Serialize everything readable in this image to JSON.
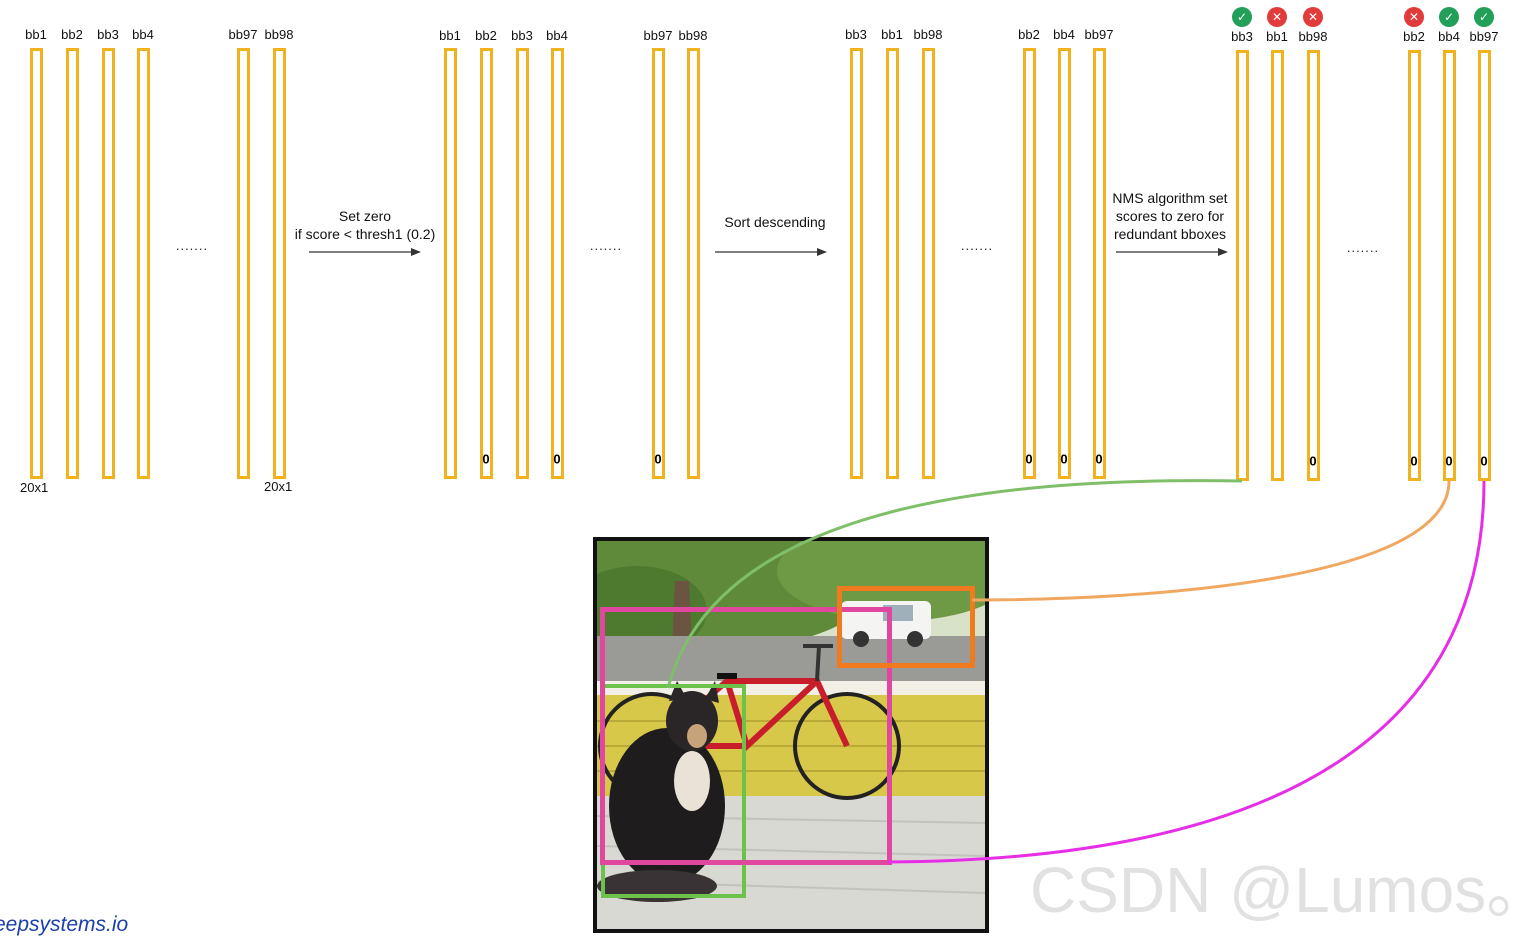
{
  "stages": [
    {
      "id": "input",
      "columns": [
        {
          "label": "bb1",
          "zero": false
        },
        {
          "label": "bb2",
          "zero": false
        },
        {
          "label": "bb3",
          "zero": false
        },
        {
          "label": "bb4",
          "zero": false
        },
        {
          "label": "bb97",
          "zero": false
        },
        {
          "label": "bb98",
          "zero": false
        }
      ],
      "size_labels": [
        "20x1",
        "20x1"
      ]
    },
    {
      "id": "thresholded",
      "columns": [
        {
          "label": "bb1",
          "zero": false
        },
        {
          "label": "bb2",
          "zero": true
        },
        {
          "label": "bb3",
          "zero": false
        },
        {
          "label": "bb4",
          "zero": true
        },
        {
          "label": "bb97",
          "zero": true
        },
        {
          "label": "bb98",
          "zero": false
        }
      ]
    },
    {
      "id": "sorted",
      "columns": [
        {
          "label": "bb3",
          "zero": false
        },
        {
          "label": "bb1",
          "zero": false
        },
        {
          "label": "bb98",
          "zero": false
        },
        {
          "label": "bb2",
          "zero": true
        },
        {
          "label": "bb4",
          "zero": true
        },
        {
          "label": "bb97",
          "zero": true
        }
      ]
    },
    {
      "id": "nms",
      "columns": [
        {
          "label": "bb3",
          "zero": false,
          "status": "keep"
        },
        {
          "label": "bb1",
          "zero": false,
          "status": "drop"
        },
        {
          "label": "bb98",
          "zero": true,
          "status": "drop"
        },
        {
          "label": "bb2",
          "zero": true,
          "status": "drop"
        },
        {
          "label": "bb4",
          "zero": true,
          "status": "keep"
        },
        {
          "label": "bb97",
          "zero": true,
          "status": "keep"
        }
      ]
    }
  ],
  "zero_text": "0",
  "ellipsis": ".......",
  "operations": [
    {
      "lines": [
        "Set zero",
        "if score < thresh1 (0.2)"
      ]
    },
    {
      "lines": [
        "Sort descending"
      ]
    },
    {
      "lines": [
        "NMS algorithm set",
        "scores to zero for",
        "redundant bboxes"
      ]
    }
  ],
  "icons": {
    "keep": "check-icon",
    "drop": "cross-icon"
  },
  "colors": {
    "bar": "#f1b21d",
    "keep": "#22a05a",
    "drop": "#e13b3b",
    "box_dog": "#6cc24a",
    "box_car": "#f07a1e",
    "box_bike": "#e0479e",
    "link_dog": "#7fbf6a",
    "link_car": "#f0a860",
    "link_bike": "#e62ee6"
  },
  "links": [
    {
      "from": "bb3",
      "to": "dog-box"
    },
    {
      "from": "bb4",
      "to": "car-box"
    },
    {
      "from": "bb97",
      "to": "bike-box"
    }
  ],
  "watermarks": {
    "csdn": "CSDN @Lumos。",
    "site": "eepsystems.io"
  }
}
